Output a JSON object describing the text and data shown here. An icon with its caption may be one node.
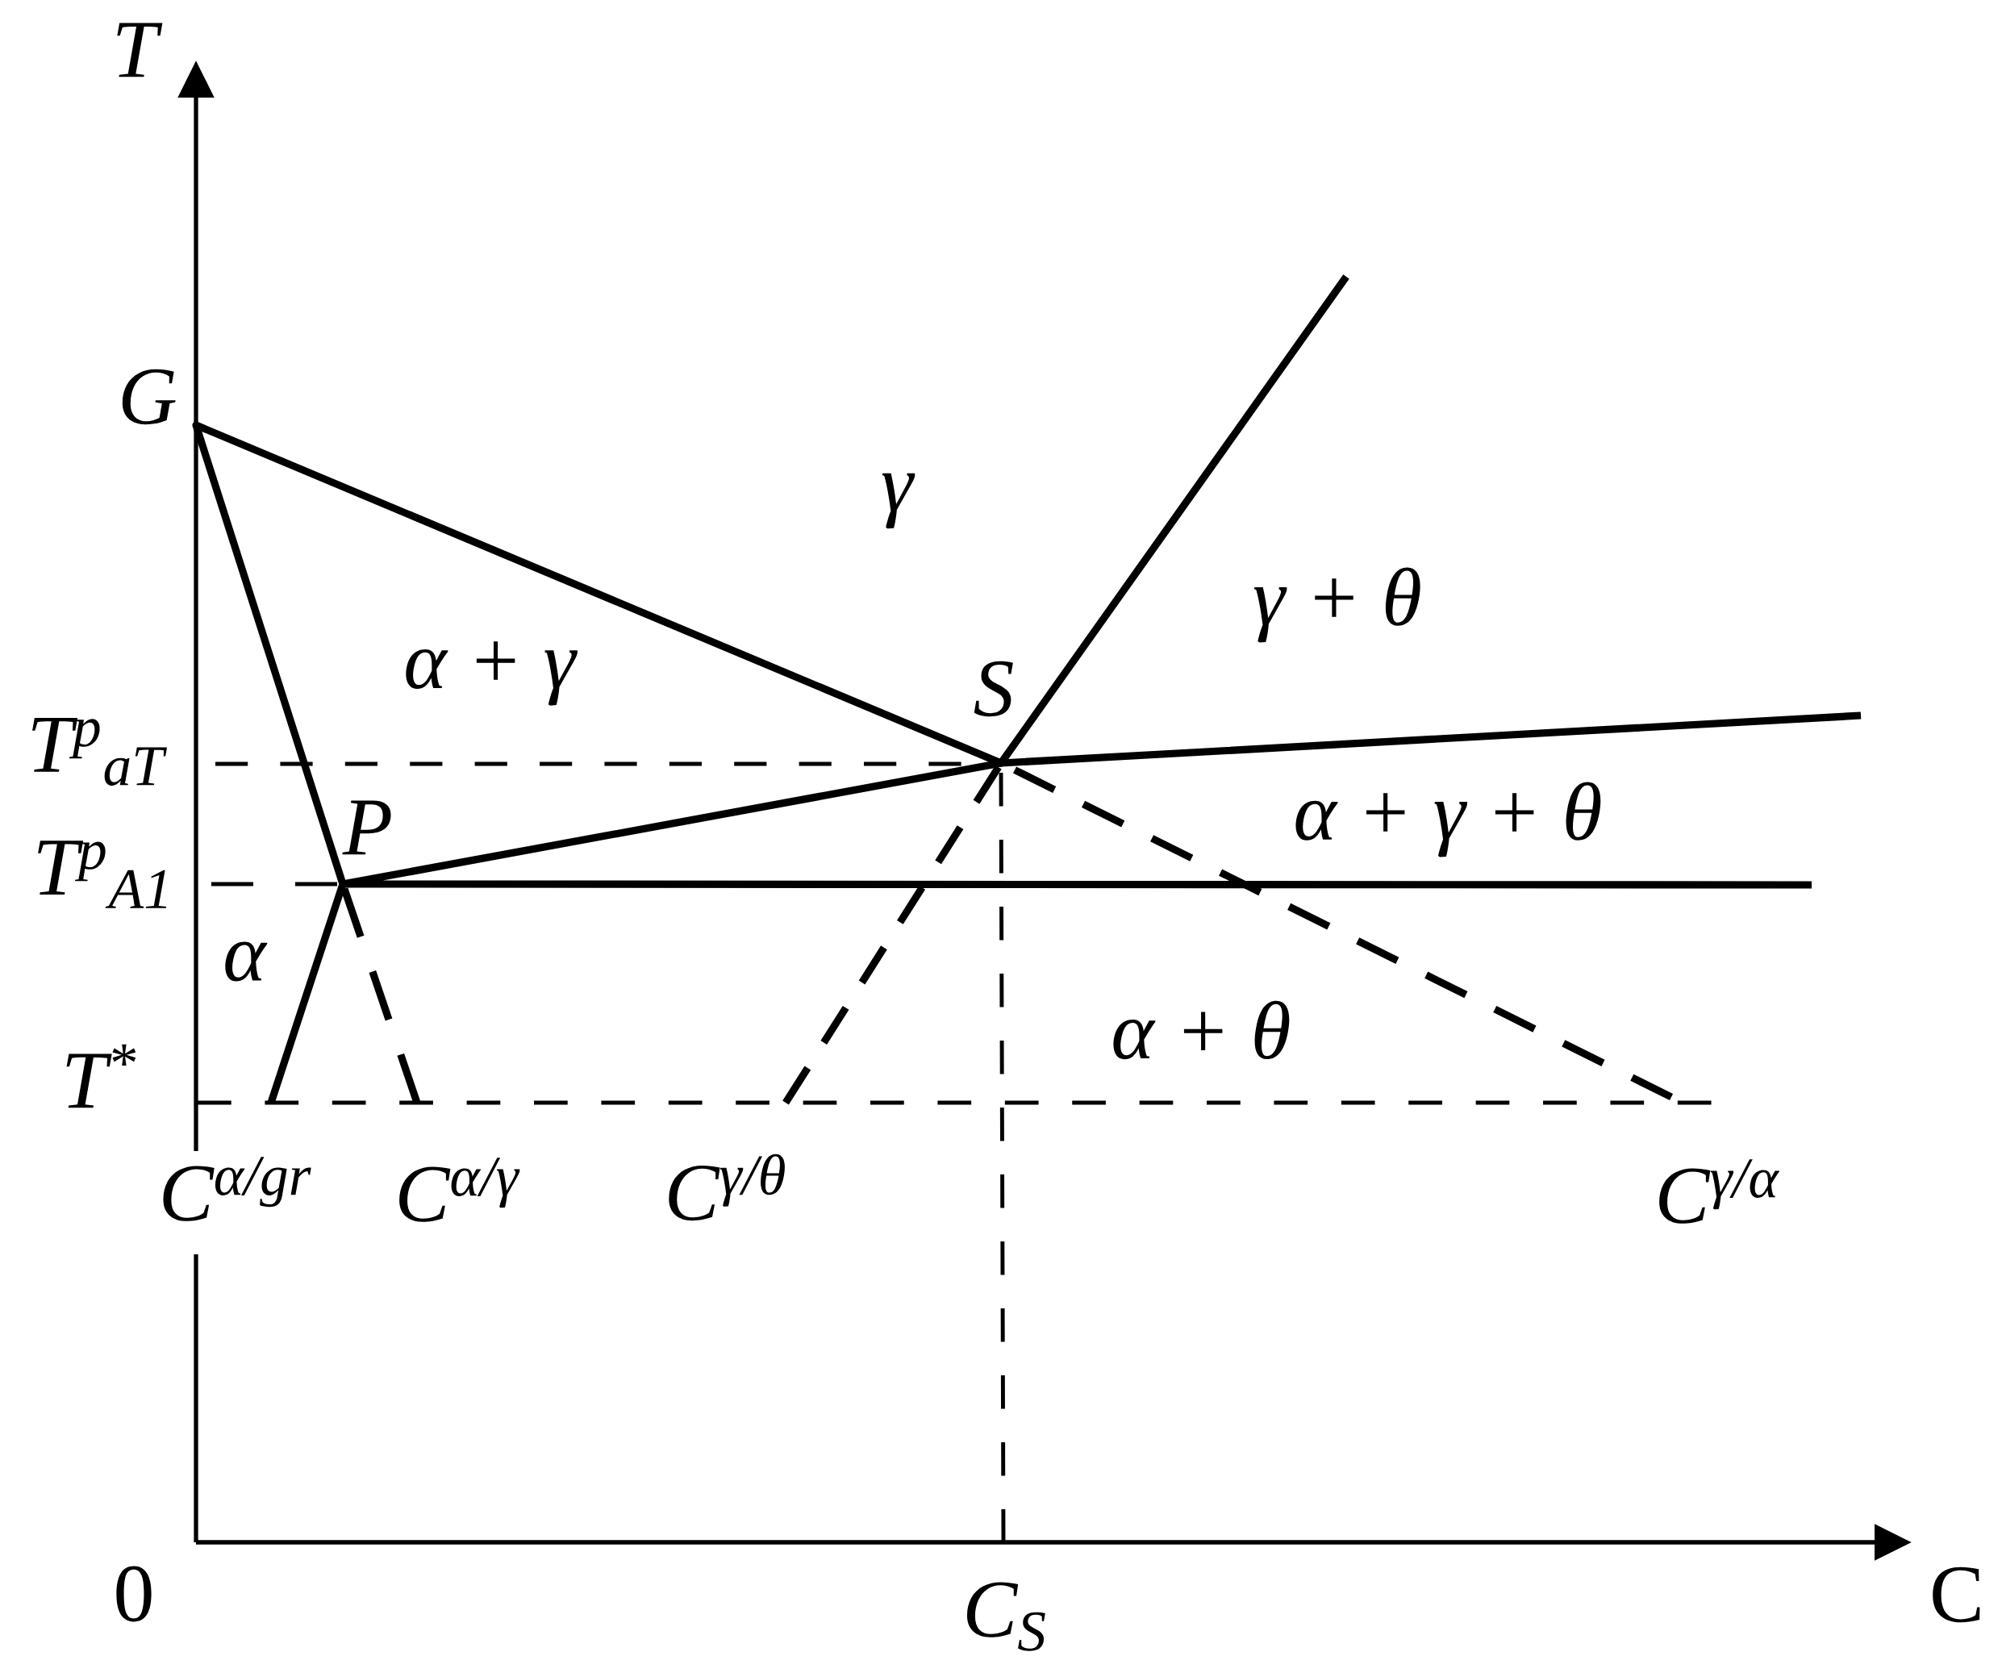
{
  "diagram": {
    "labels": [
      "T",
      "G",
      "γ",
      "γ + θ",
      "α + γ",
      "S",
      "T$^{p}$$_{aT}$",
      "P",
      "α + γ + θ",
      "T$^{p}$$_{A1}$",
      "α",
      "α + θ",
      "T$^{*}$",
      "C$^{α/gr}$",
      "C$^{α/γ}$",
      "C$^{γ/θ}$",
      "C$^{γ/α}$",
      "0",
      "C$_{S}$",
      "C"
    ]
  }
}
